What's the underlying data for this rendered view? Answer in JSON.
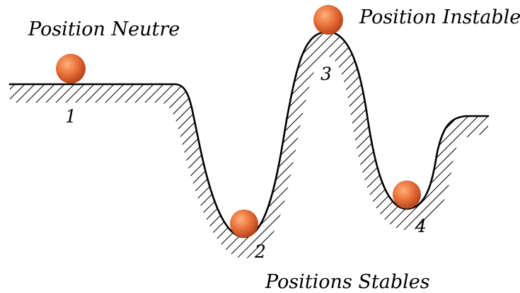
{
  "labels": {
    "neutral": "Position Neutre",
    "unstable": "Position Instable",
    "stable": "Positions Stables"
  },
  "positions": [
    {
      "number": "1",
      "state": "neutral"
    },
    {
      "number": "2",
      "state": "stable"
    },
    {
      "number": "3",
      "state": "unstable"
    },
    {
      "number": "4",
      "state": "stable"
    }
  ],
  "colors": {
    "ball_highlight": "#ffb078",
    "ball_mid": "#e8703a",
    "ball_shadow": "#b8451c",
    "ground_line": "#000000",
    "background": "#ffffff"
  }
}
